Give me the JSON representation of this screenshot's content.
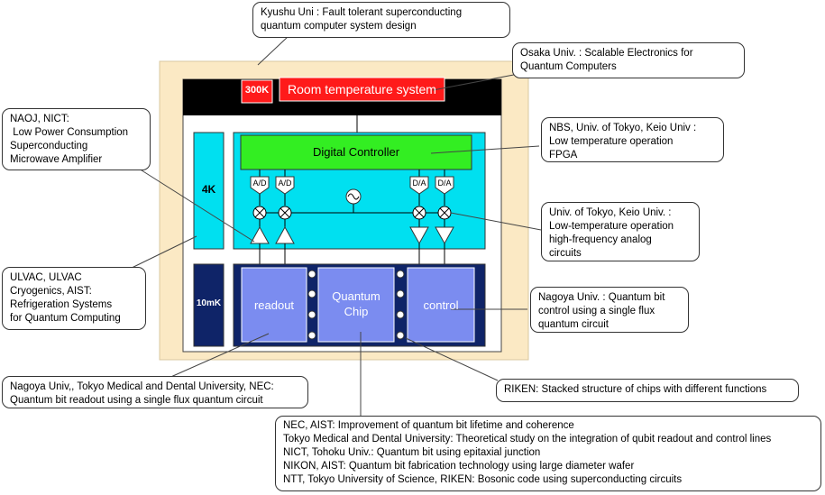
{
  "system": {
    "temp_300k": "300K",
    "room_temperature": "Room temperature system",
    "temp_4k": "4K",
    "temp_10mk": "10mK",
    "digital_controller": "Digital Controller",
    "ad_label": "A/D",
    "da_label": "D/A",
    "readout": "readout",
    "quantum_chip_line1": "Quantum",
    "quantum_chip_line2": "Chip",
    "control": "control"
  },
  "callouts": {
    "kyushu": [
      "Kyushu Uni : Fault tolerant superconducting",
      "quantum computer system design"
    ],
    "osaka": [
      "Osaka Univ. : Scalable Electronics for",
      "Quantum Computers"
    ],
    "naoj": [
      "NAOJ, NICT:",
      " Low Power Consumption",
      "Superconducting",
      "Microwave Amplifier"
    ],
    "nbs": [
      "NBS, Univ. of Tokyo, Keio Univ :",
      "Low temperature operation",
      "FPGA"
    ],
    "tokyo_keio": [
      "Univ. of Tokyo, Keio Univ. :",
      "Low-temperature operation",
      "high-frequency analog",
      "circuits"
    ],
    "ulvac": [
      "ULVAC, ULVAC",
      "Cryogenics, AIST:",
      "Refrigeration Systems",
      "for Quantum Computing"
    ],
    "nagoya_control": [
      "Nagoya Univ. : Quantum bit",
      "control using a single flux",
      "quantum circuit"
    ],
    "nagoya_readout": [
      "Nagoya Univ,, Tokyo Medical and Dental University, NEC:",
      "Quantum bit readout using a single flux quantum circuit"
    ],
    "riken": [
      "RIKEN: Stacked structure of chips with different functions"
    ],
    "nec_list": [
      "NEC, AIST: Improvement of quantum bit lifetime and coherence",
      "Tokyo Medical and Dental University: Theoretical study on the integration of qubit readout and control lines",
      "NICT, Tohoku Univ.: Quantum bit using epitaxial junction",
      "NIKON, AIST: Quantum bit fabrication technology using large diameter wafer",
      "NTT, Tokyo University of Science, RIKEN: Bosonic code using superconducting circuits"
    ]
  },
  "colors": {
    "outer_frame": "#fbe9c4",
    "black_band": "#000000",
    "red": "#ff1a1a",
    "cyan": "#00e0f0",
    "green": "#33ee22",
    "navy": "#0f2468",
    "chip_blue": "#7b8cf0"
  }
}
